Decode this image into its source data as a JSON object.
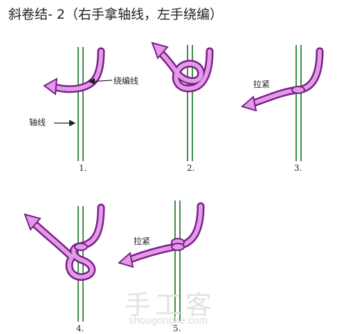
{
  "title": "斜卷结- 2（右手拿轴线，左手绕编）",
  "labels": {
    "wrap_thread": "绕编线",
    "axis_thread": "轴线",
    "pull_tight_1": "拉紧",
    "pull_tight_2": "拉紧"
  },
  "step_numbers": [
    "1.",
    "2.",
    "3.",
    "4.",
    "5."
  ],
  "watermark": {
    "brand": "手工客",
    "url": "shougongke.com"
  },
  "colors": {
    "axis_line": "#3f8d4a",
    "cord_outline": "#7a1f8a",
    "cord_fill": "#e39be8",
    "pointer": "#222222"
  }
}
